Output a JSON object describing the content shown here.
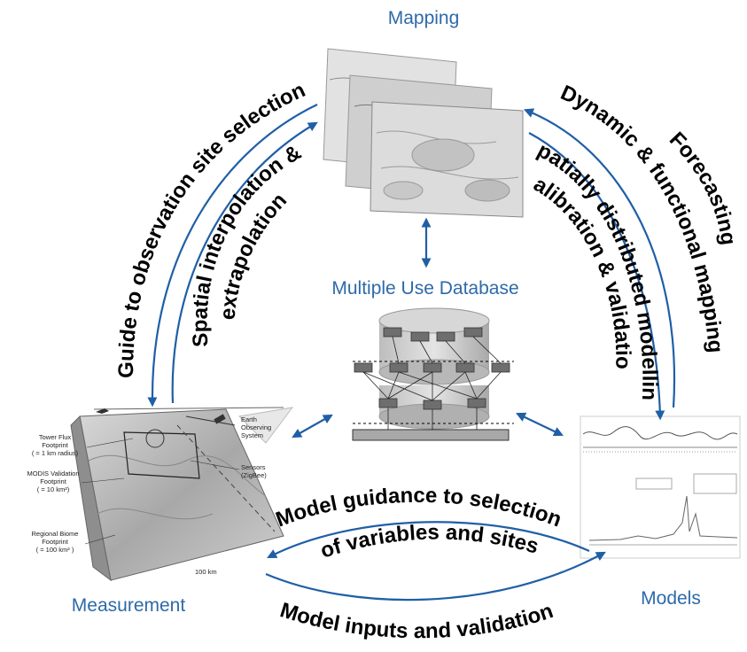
{
  "nodes": {
    "mapping": "Mapping",
    "database": "Multiple Use Database",
    "measurement": "Measurement",
    "models": "Models"
  },
  "arcs": {
    "guide": "Guide to observation site selection",
    "interp1": "Spatial interpolation &",
    "interp2": "extrapolation",
    "forecasting": "Forecasting",
    "dynamic": "Dynamic & functional mapping",
    "spatial_model": "Spatially distributed modelling",
    "calibration": "Calibration & validation",
    "guidance1": "Model guidance to selection",
    "guidance2": "of variables and sites",
    "inputs": "Model inputs and validation"
  },
  "measurement_labels": {
    "tower": "Tower Flux",
    "tower2": "Footprint",
    "tower3": "( = 1 km radius)",
    "modis": "MODIS Validation",
    "modis2": "Footprint",
    "modis3": "( = 10 km²)",
    "biome": "Regional Biome",
    "biome2": "Footprint",
    "biome3": "( = 100 km² )",
    "earth": "Earth",
    "earth2": "Observing",
    "earth3": "System",
    "sensors": "Sensors",
    "sensors2": "(ZigBee)",
    "scale": "100 km"
  },
  "colors": {
    "arrow": "#1f5fa6",
    "label_blue": "#2e6aa8"
  }
}
